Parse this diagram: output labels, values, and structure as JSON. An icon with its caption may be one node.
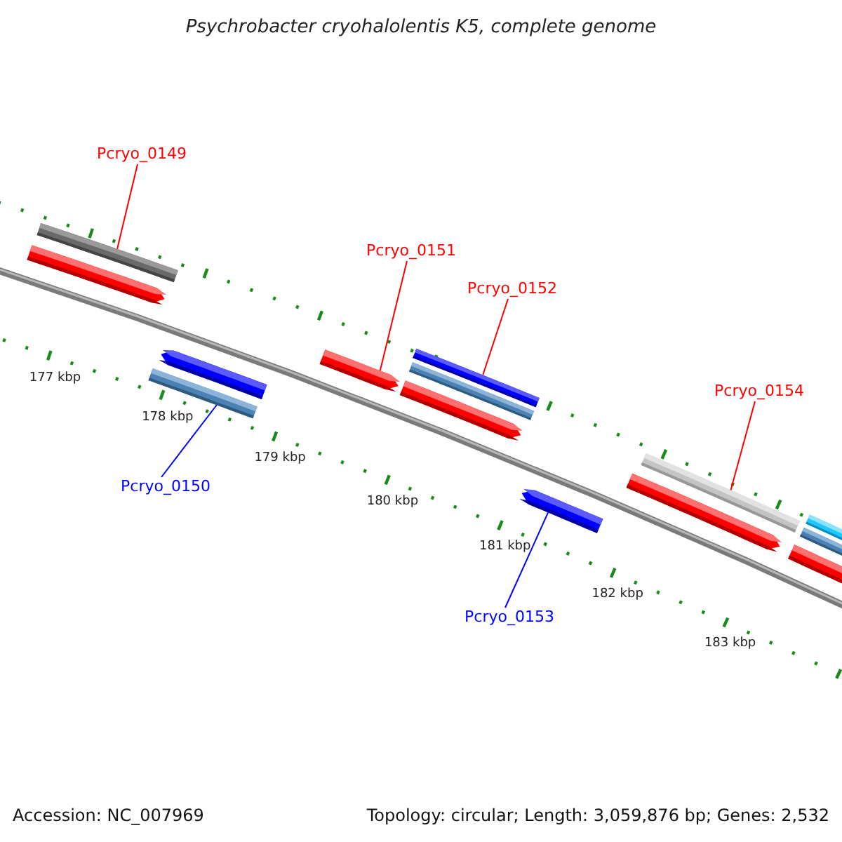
{
  "diagram": {
    "title": "Psychrobacter cryohalolentis K5, complete genome",
    "nodes": [
      {
        "text": [
          "Pcryo_0149"
        ]
      },
      {
        "text": [
          "Pcryo_0151"
        ]
      },
      {
        "text": [
          "Pcryo_0152"
        ]
      },
      {
        "text": [
          "Pcryo_0154"
        ]
      },
      {
        "text": [
          "Pcryo_0150"
        ]
      },
      {
        "text": [
          "Pcryo_0153"
        ]
      },
      {
        "text": [],
        "shape": "bar"
      },
      {
        "text": [],
        "shape": "arrow"
      },
      {
        "text": [],
        "shape": "arrow"
      },
      {
        "text": [],
        "shape": "bar"
      },
      {
        "text": [],
        "shape": "arrow"
      },
      {
        "text": [],
        "shape": "bar"
      },
      {
        "text": [],
        "shape": "bar"
      },
      {
        "text": [],
        "shape": "arrow"
      },
      {
        "text": [],
        "shape": "arrow"
      },
      {
        "text": [],
        "shape": "bar"
      },
      {
        "text": [],
        "shape": "arrow"
      },
      {
        "text": [],
        "shape": "bar"
      },
      {
        "text": [],
        "shape": "bar"
      },
      {
        "text": [],
        "shape": "arrow"
      }
    ],
    "edges": [
      {
        "from": 0,
        "to": 6,
        "arrow": "none",
        "color": "#ff0000"
      },
      {
        "from": 1,
        "to": 10,
        "arrow": "none",
        "color": "#ff0000"
      },
      {
        "from": 2,
        "to": 11,
        "arrow": "none",
        "color": "#ff0000"
      },
      {
        "from": 3,
        "to": 15,
        "arrow": "none",
        "color": "#ff0000"
      },
      {
        "from": 4,
        "to": 9,
        "arrow": "none",
        "color": "#0000ff"
      },
      {
        "from": 5,
        "to": 14,
        "arrow": "none",
        "color": "#0000ff"
      }
    ],
    "labels": [
      "177 kbp",
      "178 kbp",
      "179 kbp",
      "180 kbp",
      "181 kbp",
      "182 kbp",
      "183 kbp",
      "Accession: NC_007969",
      "Topology: circular; Length: 3,059,876 bp; Genes: 2,532"
    ]
  }
}
